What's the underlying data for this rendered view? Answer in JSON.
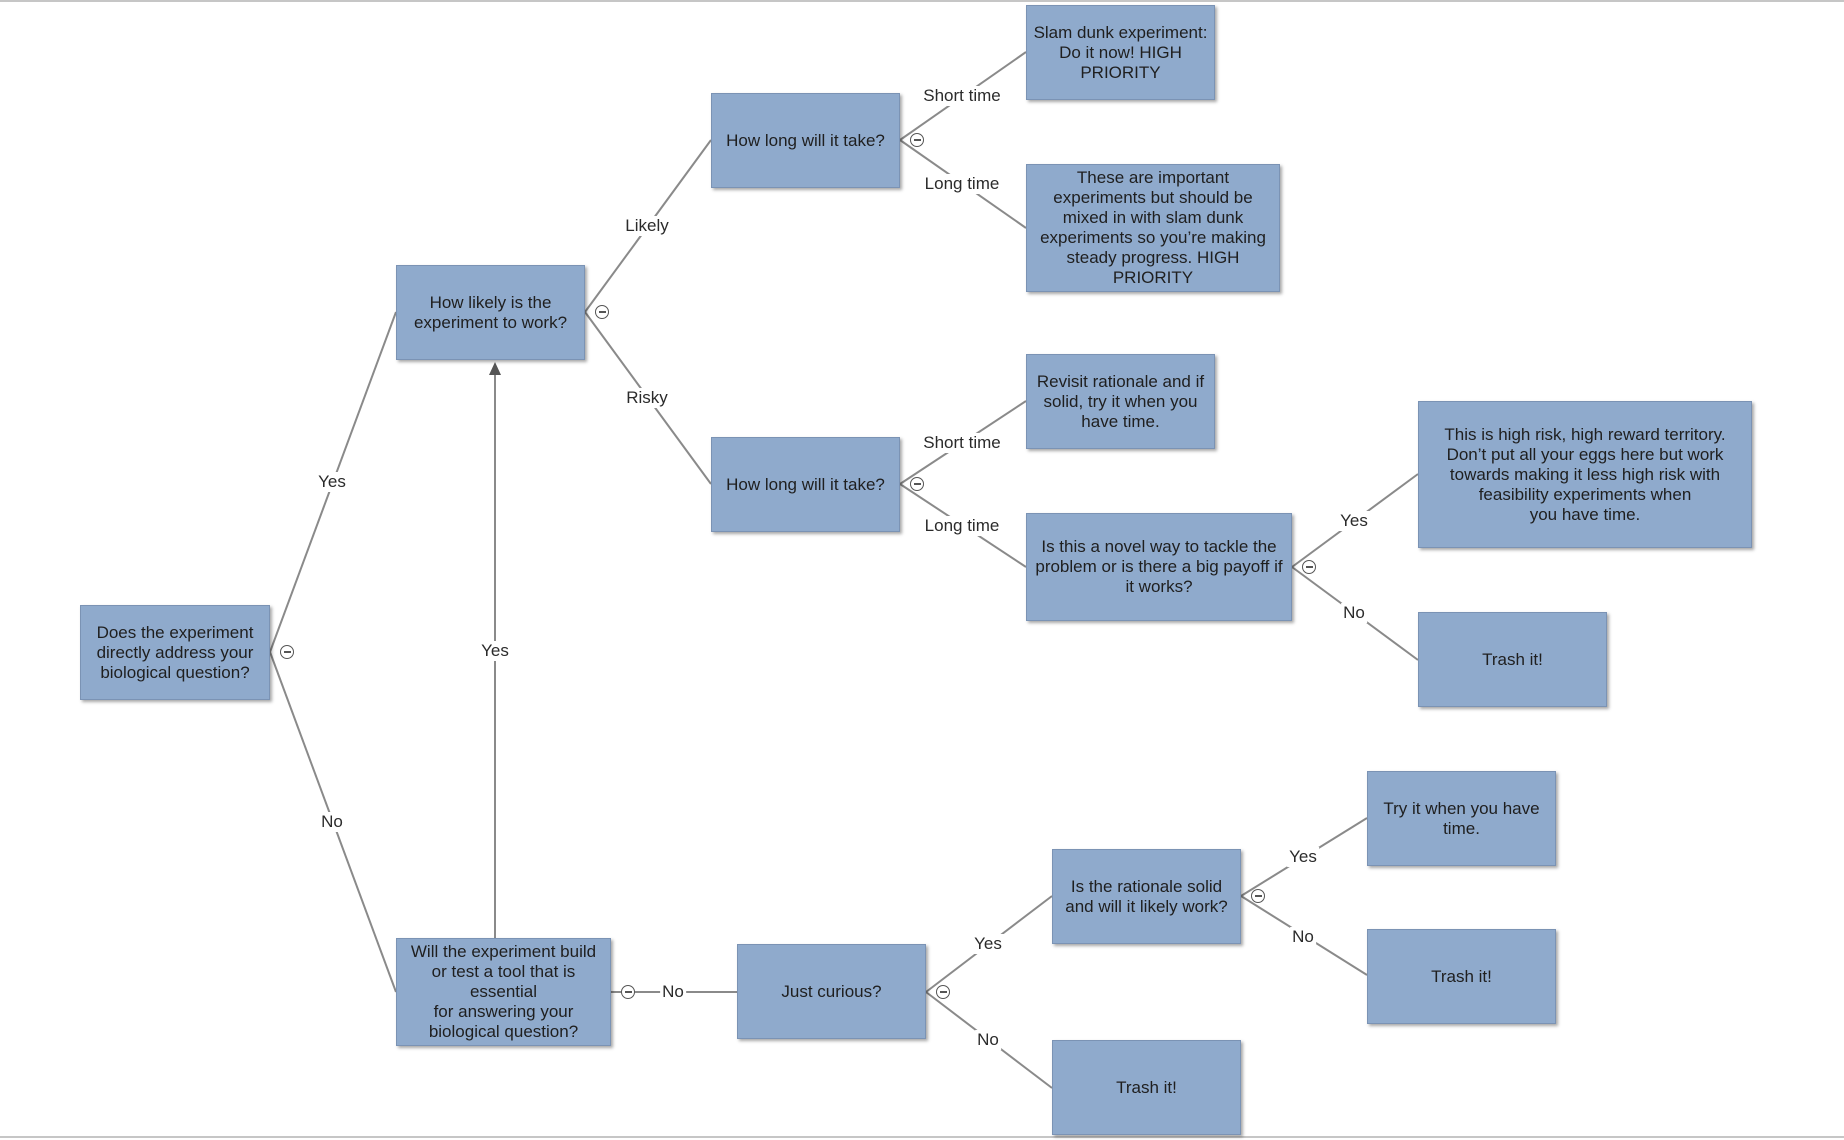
{
  "nodes": {
    "root": "Does the experiment directly address your biological question?",
    "likely": "How likely is the experiment to work?",
    "tool": "Will the experiment build or test a tool that is essential\nfor answering your biological question?",
    "long_likely": "How long will it take?",
    "long_risky": "How long will it take?",
    "slam": "Slam dunk experiment: Do it now! HIGH PRIORITY",
    "important": "These are important experiments but should be mixed in with slam dunk experiments so you’re making steady progress. HIGH PRIORITY",
    "revisit": "Revisit rationale and if solid, try it when you have time.",
    "novel": "Is this a novel way to tackle the problem or is there a big payoff if it works?",
    "highrisk": "This is high risk, high reward territory. Don’t put all your eggs here but work towards making it less high risk with feasibility experiments when\nyou have time.",
    "trash1": "Trash it!",
    "curious": "Just curious?",
    "rationale": "Is the rationale solid and will it likely work?",
    "try": "Try it when you have time.",
    "trash2": "Trash it!",
    "trash3": "Trash it!"
  },
  "edges": {
    "root_yes": "Yes",
    "root_no": "No",
    "likely": "Likely",
    "risky": "Risky",
    "short1": "Short time",
    "long1": "Long time",
    "short2": "Short time",
    "long2": "Long time",
    "novel_yes": "Yes",
    "novel_no": "No",
    "tool_yes": "Yes",
    "tool_no": "No",
    "curious_yes": "Yes",
    "curious_no": "No",
    "rationale_yes": "Yes",
    "rationale_no": "No"
  },
  "colors": {
    "node_fill": "#8faacc",
    "node_border": "#7b93b4",
    "connector": "#8a8a8a"
  },
  "icons": {
    "collapse": "minus-circle-icon",
    "arrow": "arrowhead-up-icon"
  }
}
